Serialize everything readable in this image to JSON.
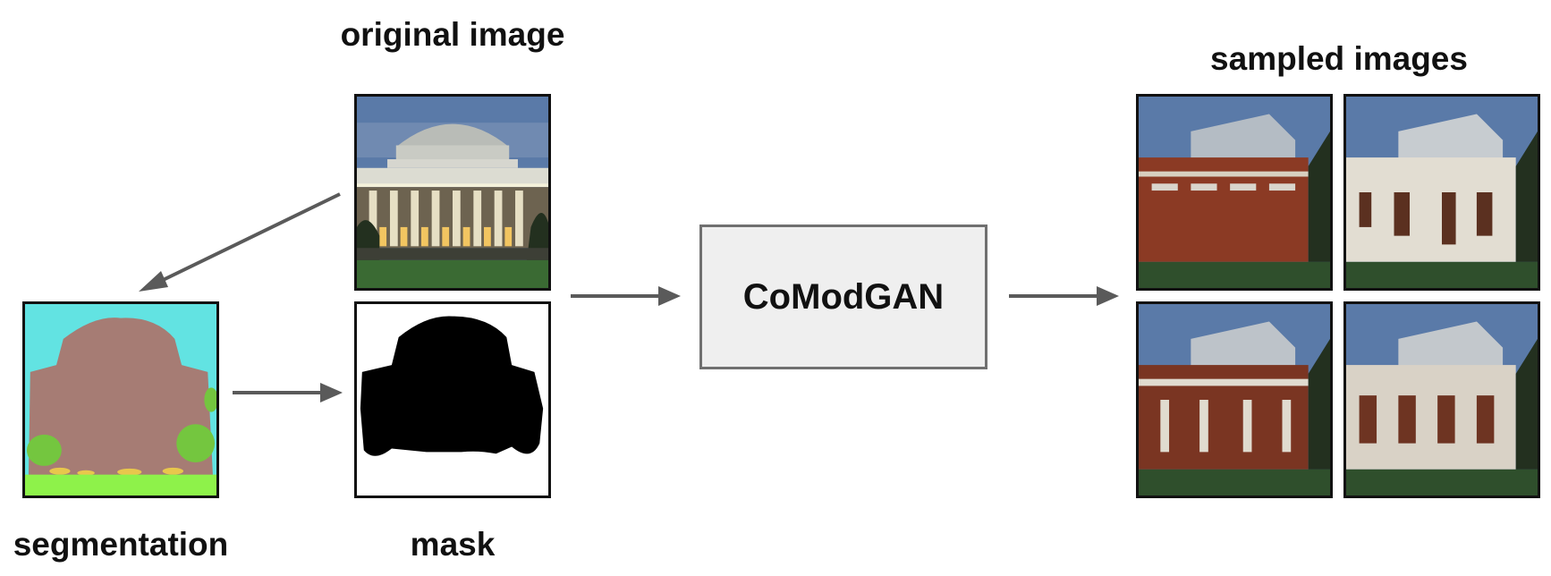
{
  "labels": {
    "original": "original image",
    "mask": "mask",
    "segmentation": "segmentation",
    "sampled": "sampled images"
  },
  "model": {
    "name": "CoModGAN"
  },
  "colors": {
    "sky": "#62e3e2",
    "building": "#a67c74",
    "tree": "#74c63f",
    "grass": "#8ef24a",
    "flower": "#e8c74c",
    "arrow": "#5a5a5a",
    "box_fill": "#efefef",
    "box_border": "#707070",
    "photo_sky": "#5a7aa8",
    "brick": "#8b3a24"
  }
}
